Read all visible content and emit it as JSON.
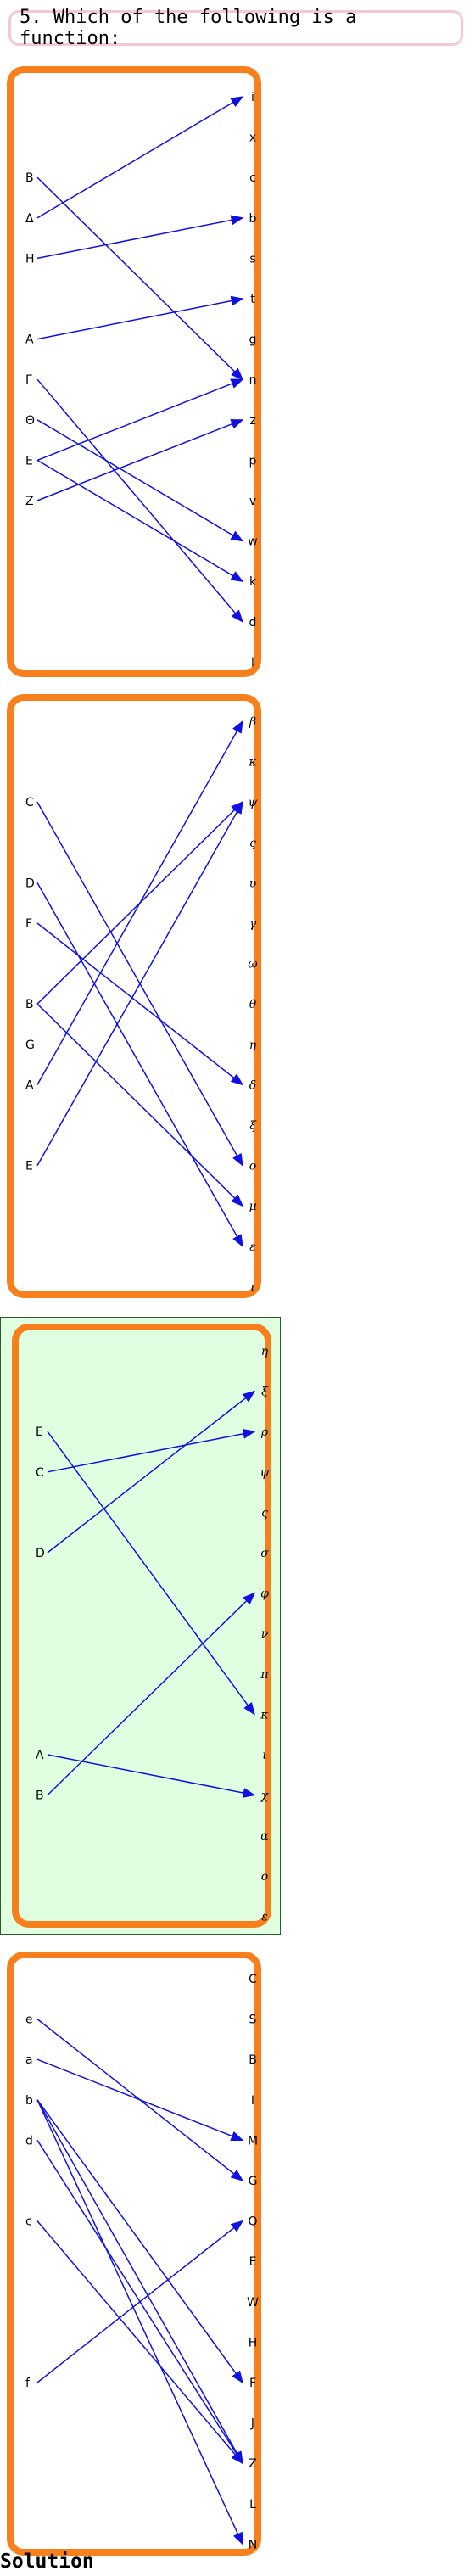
{
  "question": "5. Which of the following is a function:",
  "solution_label": "Solution",
  "colors": {
    "panel_border": "#f7801d",
    "arrow": "#1010e0",
    "highlight_bg": "#e0ffe0",
    "question_border": "#f4c9cf"
  },
  "panels": [
    {
      "greek": false,
      "highlight": false,
      "left": [
        {
          "t": "B",
          "row": 2
        },
        {
          "t": "Δ",
          "row": 3
        },
        {
          "t": "H",
          "row": 4
        },
        {
          "t": "A",
          "row": 6
        },
        {
          "t": "Γ",
          "row": 7
        },
        {
          "t": "Θ",
          "row": 8
        },
        {
          "t": "E",
          "row": 9
        },
        {
          "t": "Z",
          "row": 10
        }
      ],
      "right": [
        "i",
        "x",
        "c",
        "b",
        "s",
        "t",
        "g",
        "n",
        "z",
        "p",
        "v",
        "w",
        "k",
        "d",
        "l"
      ],
      "arrows": [
        [
          "Δ",
          "i"
        ],
        [
          "B",
          "n"
        ],
        [
          "H",
          "b"
        ],
        [
          "A",
          "t"
        ],
        [
          "Γ",
          "d"
        ],
        [
          "Θ",
          "w"
        ],
        [
          "E",
          "n"
        ],
        [
          "E",
          "k"
        ],
        [
          "Z",
          "z"
        ]
      ]
    },
    {
      "greek": true,
      "highlight": false,
      "left": [
        {
          "t": "C",
          "row": 2
        },
        {
          "t": "D",
          "row": 4
        },
        {
          "t": "F",
          "row": 5
        },
        {
          "t": "B",
          "row": 7
        },
        {
          "t": "G",
          "row": 8
        },
        {
          "t": "A",
          "row": 9
        },
        {
          "t": "E",
          "row": 11
        }
      ],
      "right": [
        "β",
        "κ",
        "ψ",
        "ς",
        "υ",
        "γ",
        "ω",
        "θ",
        "η",
        "δ",
        "ξ",
        "ο",
        "μ",
        "ε",
        "ι"
      ],
      "arrows": [
        [
          "C",
          "ο"
        ],
        [
          "D",
          "ε"
        ],
        [
          "F",
          "δ"
        ],
        [
          "B",
          "ψ"
        ],
        [
          "B",
          "μ"
        ],
        [
          "A",
          "β"
        ],
        [
          "E",
          "ψ"
        ]
      ]
    },
    {
      "greek": true,
      "highlight": true,
      "left": [
        {
          "t": "E",
          "row": 2
        },
        {
          "t": "C",
          "row": 3
        },
        {
          "t": "D",
          "row": 5
        },
        {
          "t": "A",
          "row": 10
        },
        {
          "t": "B",
          "row": 11
        }
      ],
      "right": [
        "η",
        "ξ",
        "ρ",
        "ψ",
        "ς",
        "σ",
        "φ",
        "ν",
        "π",
        "κ",
        "ι",
        "χ",
        "α",
        "ο",
        "ε"
      ],
      "arrows": [
        [
          "E",
          "κ"
        ],
        [
          "C",
          "ρ"
        ],
        [
          "D",
          "ξ"
        ],
        [
          "A",
          "χ"
        ],
        [
          "B",
          "φ"
        ]
      ]
    },
    {
      "greek": false,
      "highlight": false,
      "left": [
        {
          "t": "e",
          "row": 1
        },
        {
          "t": "a",
          "row": 2
        },
        {
          "t": "b",
          "row": 3
        },
        {
          "t": "d",
          "row": 4
        },
        {
          "t": "c",
          "row": 6
        },
        {
          "t": "f",
          "row": 10
        }
      ],
      "right": [
        "C",
        "S",
        "B",
        "I",
        "M",
        "G",
        "Q",
        "E",
        "W",
        "H",
        "F",
        "J",
        "Z",
        "L",
        "N"
      ],
      "arrows": [
        [
          "e",
          "G"
        ],
        [
          "a",
          "M"
        ],
        [
          "b",
          "F"
        ],
        [
          "b",
          "Z"
        ],
        [
          "b",
          "N"
        ],
        [
          "d",
          "Z"
        ],
        [
          "c",
          "Z"
        ],
        [
          "f",
          "Q"
        ]
      ]
    }
  ]
}
